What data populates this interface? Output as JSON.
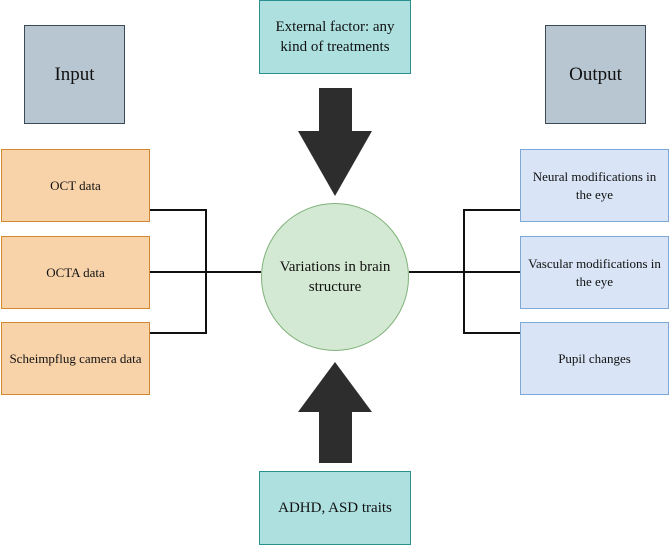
{
  "labels": {
    "input": "Input",
    "output": "Output"
  },
  "top_factor": "External factor: any kind of treatments",
  "bottom_factor": "ADHD, ASD traits",
  "center": "Variations in brain structure",
  "inputs": [
    "OCT data",
    "OCTA data",
    "Scheimpflug camera data"
  ],
  "outputs": [
    "Neural modifications in the eye",
    "Vascular modifications in the eye",
    "Pupil changes"
  ],
  "colors": {
    "label_fill": "#b7c6d1",
    "input_fill": "#f8d3aa",
    "output_fill": "#d9e5f6",
    "factor_fill": "#aee0e0",
    "center_fill": "#d4e9d3",
    "arrow_fill": "#2d2d2d"
  }
}
